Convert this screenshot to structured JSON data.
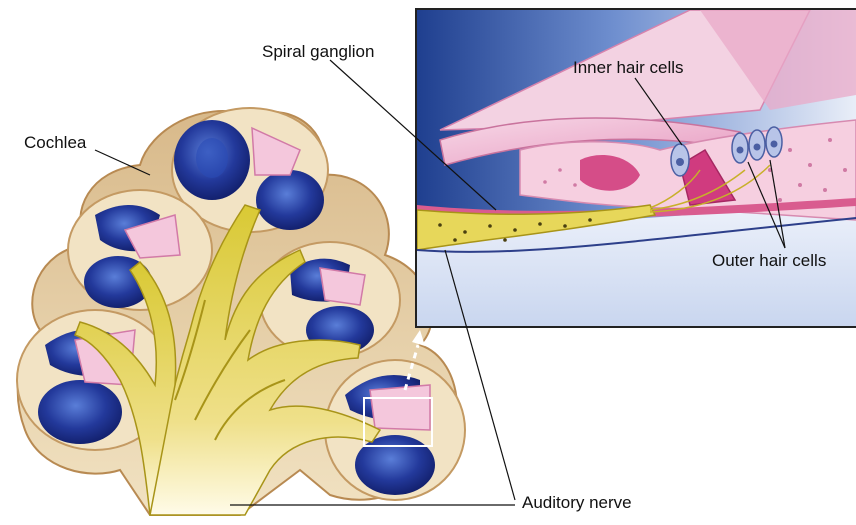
{
  "labels": {
    "cochlea": "Cochlea",
    "spiral_ganglion": "Spiral ganglion",
    "inner_hair_cells": "Inner hair cells",
    "outer_hair_cells": "Outer hair cells",
    "auditory_nerve": "Auditory nerve"
  },
  "colors": {
    "bone": "#ead7b1",
    "bone_edge": "#c49a63",
    "duct_blue": "#1c2f8f",
    "duct_blue_light": "#3d5fc4",
    "membrane_pink": "#e79ac0",
    "tissue_pink": "#f4c7dc",
    "nerve_yellow": "#e0cf3c",
    "nerve_dark": "#a89418",
    "inset_blue": "#2f4f9a",
    "leader_line": "#111111"
  }
}
